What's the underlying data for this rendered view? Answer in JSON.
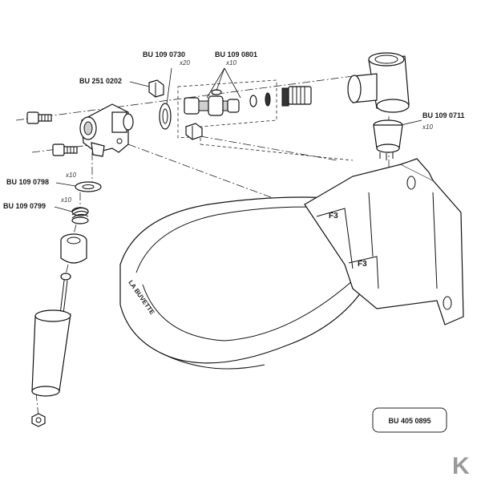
{
  "parts": {
    "p0730": {
      "code": "BU 109 0730",
      "qty": "x20"
    },
    "p0801": {
      "code": "BU 109 0801",
      "qty": "x10"
    },
    "p0202": {
      "code": "BU 251 0202"
    },
    "p0711": {
      "code": "BU 109 0711",
      "qty": "x10"
    },
    "p0798": {
      "code": "BU 109 0798",
      "qty": "x10"
    },
    "p0799": {
      "code": "BU 109 0799",
      "qty": "x10"
    }
  },
  "assembly": {
    "code": "BU 405 0895"
  },
  "bowl_text": "LA BUVETTE",
  "bracket_text": "F3",
  "logo": {
    "text": "K",
    "color": "#9a9a9a"
  }
}
